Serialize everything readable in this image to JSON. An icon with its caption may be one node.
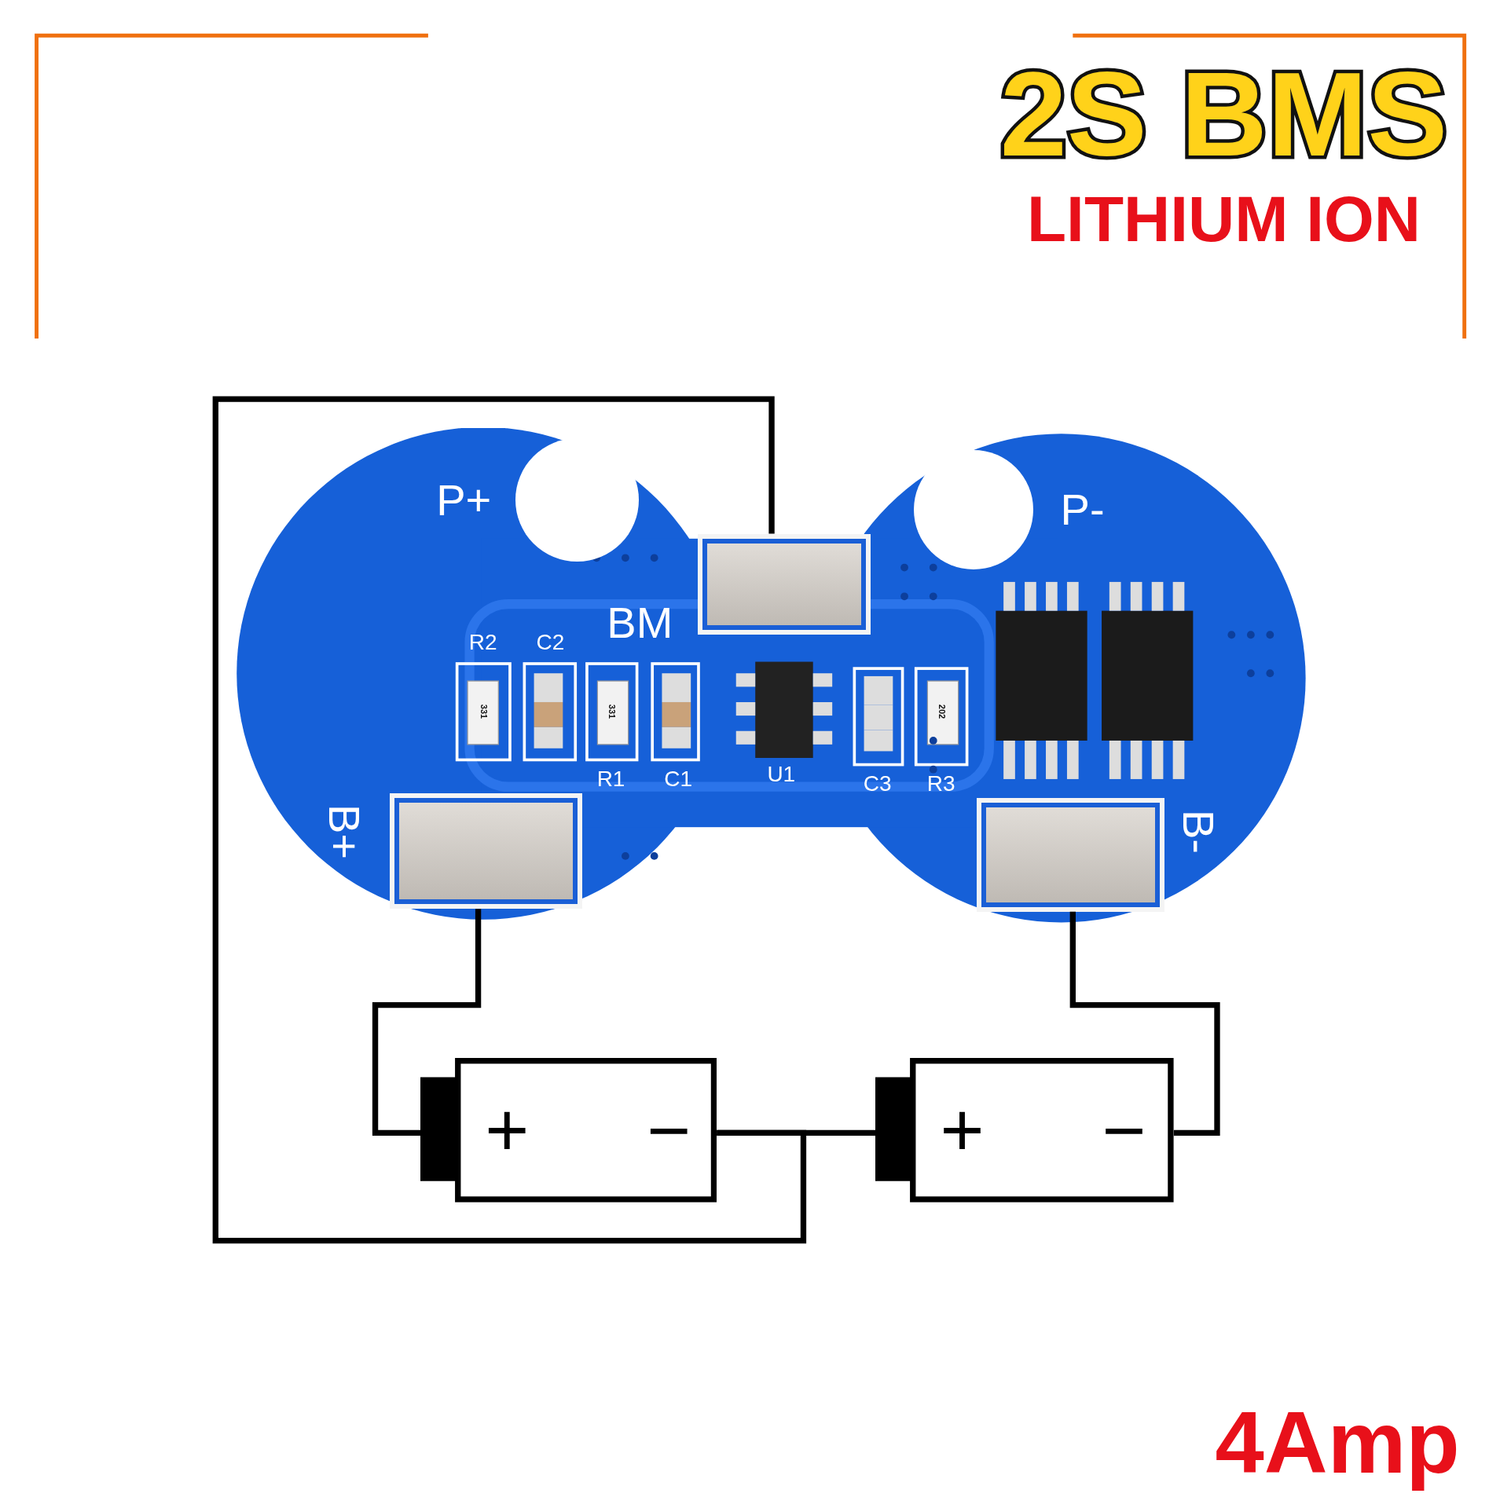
{
  "diagram": {
    "title": "2S BMS",
    "nodes": [
      {
        "text": [],
        "shape": "picture"
      },
      {
        "text": [],
        "shape": "box",
        "in": 0,
        "beside": [
          "BM"
        ]
      },
      {
        "text": [],
        "shape": "box",
        "in": 0,
        "beside": [
          "B+"
        ]
      },
      {
        "text": [],
        "shape": "box",
        "in": 0,
        "beside": [
          "B-"
        ]
      },
      {
        "text": [
          "+",
          "−"
        ]
      },
      {
        "text": [
          "+",
          "−"
        ]
      },
      {
        "text": [],
        "shape": "circle",
        "in": 0,
        "beside": [
          "P+"
        ]
      },
      {
        "text": [],
        "shape": "circle",
        "in": 0,
        "beside": [
          "P-"
        ]
      }
    ],
    "edges": [
      {
        "from": 2,
        "to": 4,
        "arrow": "none"
      },
      {
        "from": 4,
        "to": 5,
        "arrow": "none"
      },
      {
        "from": 1,
        "to": 4,
        "arrow": "none"
      },
      {
        "from": 3,
        "to": 5,
        "arrow": "none"
      }
    ],
    "labels": [
      "LITHIUM ION",
      "R2",
      "C2",
      "331",
      "331",
      "202",
      "R1",
      "C1",
      "U1",
      "C3",
      "R3",
      "4Amp"
    ]
  }
}
